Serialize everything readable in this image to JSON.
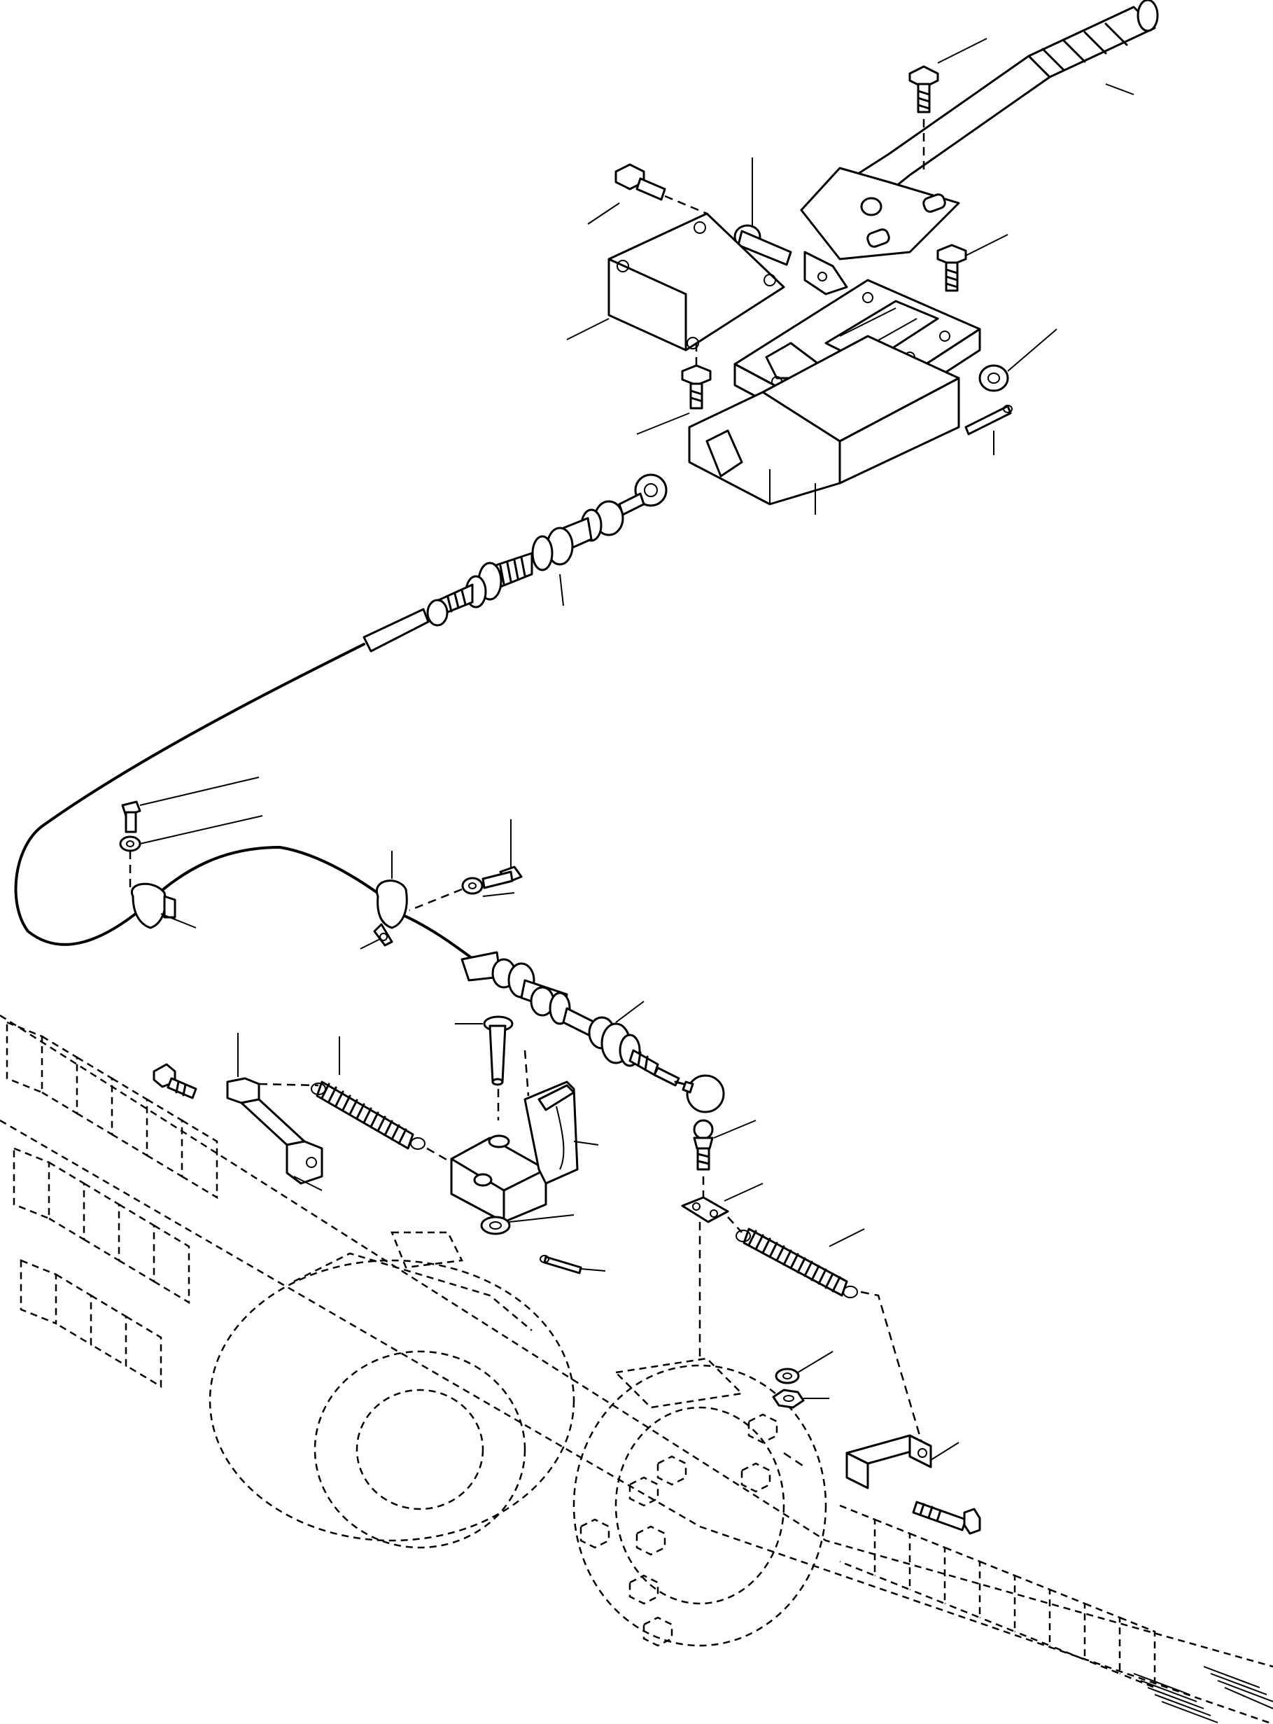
{
  "figure": {
    "kind": "exploded parts diagram",
    "description_visible_text": "",
    "line_color": "#000000",
    "background_color": "#ffffff"
  },
  "parts": [
    {
      "id": "hand-lever-grip",
      "icon": "lever-grip-icon"
    },
    {
      "id": "lever-bolt-top",
      "icon": "bolt-icon"
    },
    {
      "id": "lever-pivot-pin",
      "icon": "pin-icon"
    },
    {
      "id": "bracket-bolt",
      "icon": "bolt-icon"
    },
    {
      "id": "mounting-bracket",
      "icon": "bracket-icon"
    },
    {
      "id": "lever-bolt-side",
      "icon": "bolt-icon"
    },
    {
      "id": "bracket-lower-bolt",
      "icon": "bolt-icon"
    },
    {
      "id": "ratchet-housing",
      "icon": "housing-icon"
    },
    {
      "id": "washer-upper",
      "icon": "washer-icon"
    },
    {
      "id": "cotter-pin-upper",
      "icon": "cotter-pin-icon"
    },
    {
      "id": "brake-cable",
      "icon": "cable-icon"
    },
    {
      "id": "cable-clamp-left",
      "icon": "clamp-icon"
    },
    {
      "id": "cable-clamp-center",
      "icon": "clamp-icon"
    },
    {
      "id": "clamp-bolt",
      "icon": "bolt-icon"
    },
    {
      "id": "clevis-pin",
      "icon": "pin-icon"
    },
    {
      "id": "spring-left",
      "icon": "spring-icon"
    },
    {
      "id": "spring-bracket-left",
      "icon": "bracket-icon"
    },
    {
      "id": "brake-arm",
      "icon": "arm-icon"
    },
    {
      "id": "washer-lower",
      "icon": "washer-icon"
    },
    {
      "id": "cotter-pin-lower",
      "icon": "cotter-pin-icon"
    },
    {
      "id": "ball-joint",
      "icon": "ball-joint-icon"
    },
    {
      "id": "ball-stud",
      "icon": "stud-icon"
    },
    {
      "id": "spring-plate",
      "icon": "plate-icon"
    },
    {
      "id": "spring-right",
      "icon": "spring-icon"
    },
    {
      "id": "lock-washer",
      "icon": "washer-icon"
    },
    {
      "id": "hex-nut",
      "icon": "nut-icon"
    },
    {
      "id": "spring-bracket-right",
      "icon": "bracket-icon"
    },
    {
      "id": "bracket-bolt-right",
      "icon": "bolt-icon"
    },
    {
      "id": "axle-housing",
      "icon": "axle-icon"
    }
  ]
}
